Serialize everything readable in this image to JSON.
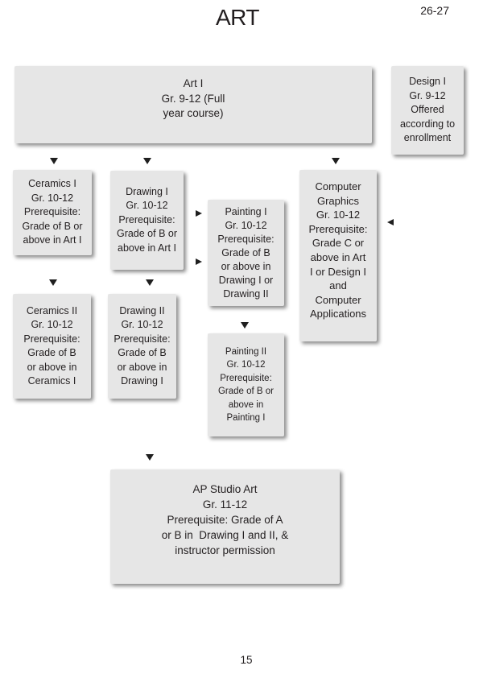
{
  "page": {
    "title": "ART",
    "year_label": "26-27",
    "page_number": "15"
  },
  "colors": {
    "box_fill": "#e6e6e6",
    "text_color": "#231f20",
    "arrow_color": "#1f1f1f",
    "background": "#ffffff"
  },
  "diagram": {
    "boxes": [
      {
        "id": "art-i",
        "lines": [
          "Art I",
          "Gr. 9-12 (Full",
          "year course)"
        ]
      },
      {
        "id": "design-i",
        "lines": [
          "Design I",
          "Gr. 9-12",
          "Offered",
          "according to",
          "enrollment"
        ]
      },
      {
        "id": "ceramics-i",
        "lines": [
          "Ceramics I",
          "Gr. 10-12",
          "Prerequisite:",
          "Grade of B or",
          "above in Art I"
        ]
      },
      {
        "id": "drawing-i",
        "lines": [
          "Drawing I",
          "Gr. 10-12",
          "Prerequisite:",
          "Grade of B or",
          "above in Art I"
        ]
      },
      {
        "id": "painting-i",
        "lines": [
          "Painting I",
          "Gr. 10-12",
          "Prerequisite:",
          "Grade of B",
          "or above in",
          "Drawing I or",
          "Drawing II"
        ]
      },
      {
        "id": "computer-graphics",
        "lines": [
          "Computer",
          "Graphics",
          "Gr. 10-12",
          "Prerequisite:",
          "Grade C or",
          "above in Art",
          "I or Design I",
          "and",
          "Computer",
          "Applications"
        ]
      },
      {
        "id": "ceramics-ii",
        "lines": [
          "Ceramics II",
          "Gr. 10-12",
          "Prerequisite:",
          "Grade of B",
          "or above in",
          "Ceramics I"
        ]
      },
      {
        "id": "drawing-ii",
        "lines": [
          "Drawing II",
          "Gr. 10-12",
          "Prerequisite:",
          "Grade of B",
          "or above in",
          "Drawing I"
        ]
      },
      {
        "id": "painting-ii",
        "lines": [
          "Painting II",
          "Gr. 10-12",
          "Prerequisite:",
          "Grade of B or",
          "above in",
          "Painting I"
        ]
      },
      {
        "id": "ap-studio-art",
        "lines": [
          "AP Studio Art",
          "Gr. 11-12",
          "Prerequisite: Grade of A",
          "or B in  Drawing I and II, &",
          "instructor permission"
        ]
      }
    ],
    "arrows": [
      {
        "name": "arrow-art-i-to-ceramics-i",
        "direction": "down"
      },
      {
        "name": "arrow-art-i-to-drawing-i",
        "direction": "down"
      },
      {
        "name": "arrow-art-i-to-computer-graphics",
        "direction": "down"
      },
      {
        "name": "arrow-drawing-i-to-painting-i-upper",
        "direction": "right"
      },
      {
        "name": "arrow-drawing-i-to-painting-i-lower",
        "direction": "right"
      },
      {
        "name": "arrow-design-i-to-computer-graphics",
        "direction": "left"
      },
      {
        "name": "arrow-ceramics-i-to-ceramics-ii",
        "direction": "down"
      },
      {
        "name": "arrow-drawing-i-to-drawing-ii",
        "direction": "down"
      },
      {
        "name": "arrow-painting-i-to-painting-ii",
        "direction": "down"
      },
      {
        "name": "arrow-drawing-ii-to-ap-studio-art",
        "direction": "down"
      }
    ]
  }
}
